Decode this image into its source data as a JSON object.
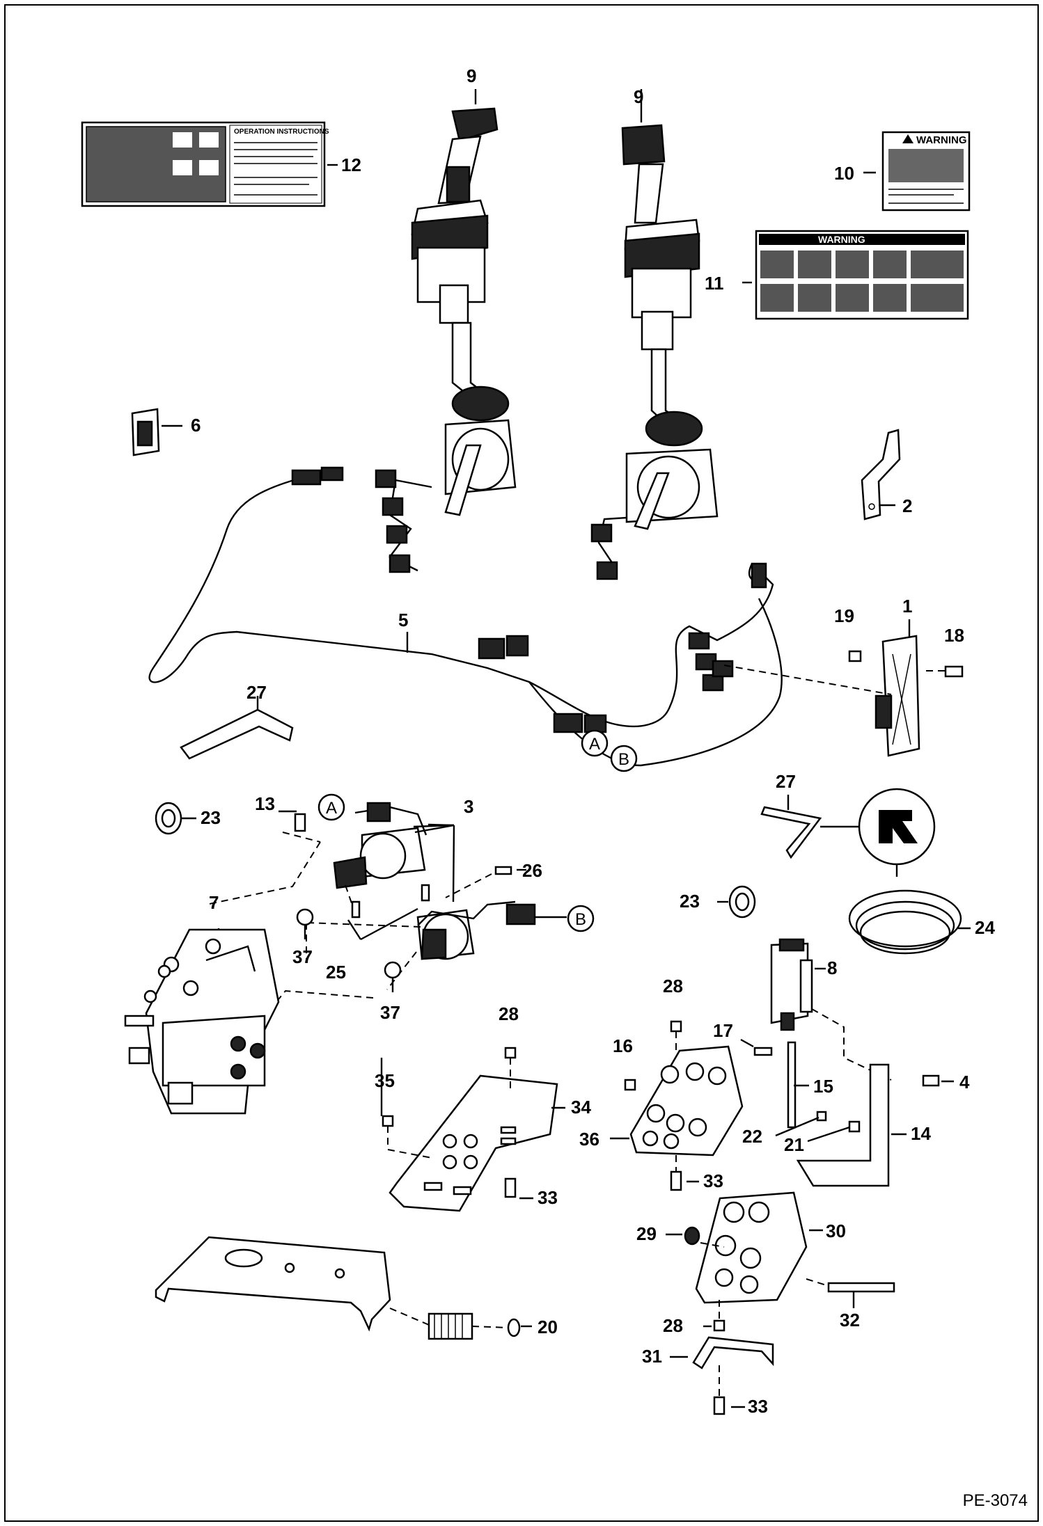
{
  "figure_id": "PE-3074",
  "callouts": {
    "c1": "1",
    "c2": "2",
    "c3": "3",
    "c4": "4",
    "c5": "5",
    "c6": "6",
    "c7": "7",
    "c8": "8",
    "c9a": "9",
    "c9b": "9",
    "c10": "10",
    "c11": "11",
    "c12": "12",
    "c13": "13",
    "c14": "14",
    "c15": "15",
    "c16": "16",
    "c17": "17",
    "c18": "18",
    "c19": "19",
    "c20": "20",
    "c21": "21",
    "c22": "22",
    "c23a": "23",
    "c23b": "23",
    "c24": "24",
    "c25": "25",
    "c26": "26",
    "c27a": "27",
    "c27b": "27",
    "c28a": "28",
    "c28b": "28",
    "c28c": "28",
    "c29": "29",
    "c30": "30",
    "c31": "31",
    "c32": "32",
    "c33a": "33",
    "c33b": "33",
    "c33c": "33",
    "c34": "34",
    "c35": "35",
    "c36": "36",
    "c37a": "37",
    "c37b": "37"
  },
  "connectors": {
    "a1": "A",
    "a2": "A",
    "b1": "B",
    "b2": "B"
  },
  "decals": {
    "warning_small": "WARNING",
    "warning_large": "WARNING",
    "operation_instructions": "OPERATION INSTRUCTIONS"
  }
}
